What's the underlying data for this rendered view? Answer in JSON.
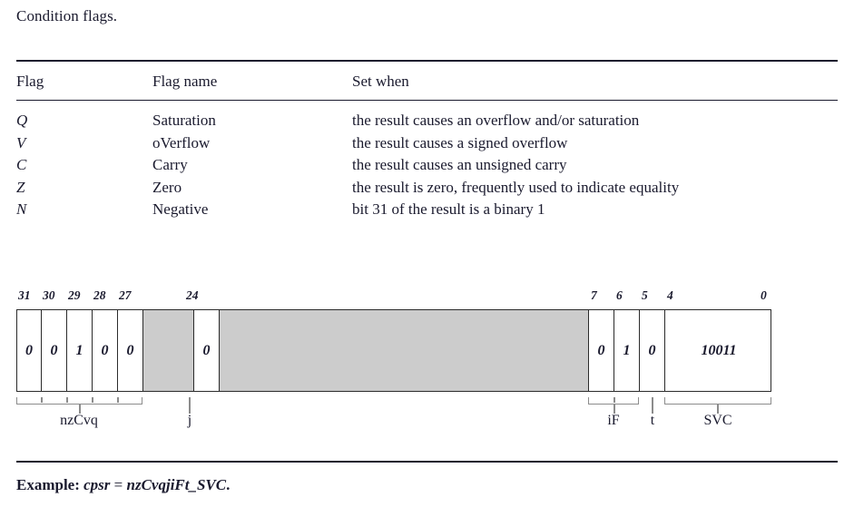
{
  "caption": "Condition flags.",
  "table": {
    "headers": [
      "Flag",
      "Flag name",
      "Set when"
    ],
    "rows": [
      {
        "flag": "Q",
        "name": "Saturation",
        "when": "the result causes an overflow and/or saturation"
      },
      {
        "flag": "V",
        "name": "oVerflow",
        "when": "the result causes a signed overflow"
      },
      {
        "flag": "C",
        "name": "Carry",
        "when": "the result causes an unsigned carry"
      },
      {
        "flag": "Z",
        "name": "Zero",
        "when": "the result is zero, frequently used to indicate equality"
      },
      {
        "flag": "N",
        "name": "Negative",
        "when": "bit 31 of the result is a binary 1"
      }
    ]
  },
  "diagram": {
    "bit_labels": [
      "31",
      "30",
      "29",
      "28",
      "27",
      "24",
      "7",
      "6",
      "5",
      "4",
      "0"
    ],
    "cells": [
      {
        "value": "0",
        "shaded": false
      },
      {
        "value": "0",
        "shaded": false
      },
      {
        "value": "1",
        "shaded": false
      },
      {
        "value": "0",
        "shaded": false
      },
      {
        "value": "0",
        "shaded": false
      },
      {
        "value": "",
        "shaded": true
      },
      {
        "value": "0",
        "shaded": false
      },
      {
        "value": "",
        "shaded": true
      },
      {
        "value": "0",
        "shaded": false
      },
      {
        "value": "1",
        "shaded": false
      },
      {
        "value": "0",
        "shaded": false
      },
      {
        "value": "10011",
        "shaded": false
      }
    ],
    "field_labels": [
      "nzCvq",
      "j",
      "iF",
      "t",
      "SVC"
    ],
    "shade_color": "#cccccc",
    "line_color": "#2b2b2b"
  },
  "example": {
    "prefix": "Example:",
    "register": "cpsr",
    "equals": "=",
    "value": "nzCvqjiFt_SVC",
    "period": "."
  }
}
